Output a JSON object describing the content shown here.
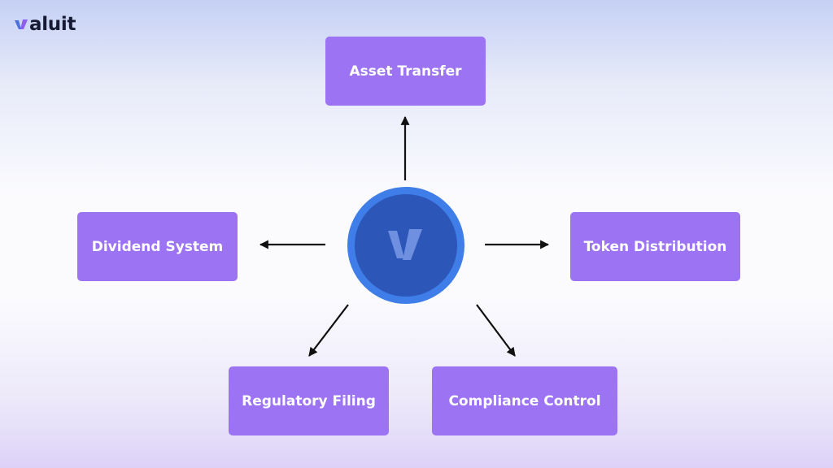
{
  "brand": {
    "name": "aluit",
    "logo_icon": "valuit-v-mark"
  },
  "hub": {
    "icon": "valuit-v-mark"
  },
  "nodes": {
    "top": "Asset Transfer",
    "left": "Dividend System",
    "right": "Token Distribution",
    "bottom_left": "Regulatory Filing",
    "bottom_right": "Compliance Control"
  },
  "colors": {
    "node_fill": "#9b73f3",
    "hub_fill": "#2c56b8",
    "hub_ring": "#3f7de8",
    "arrow": "#111111",
    "brand_text": "#161b33",
    "logo_v_left": "#4a6fe0",
    "logo_v_right": "#8e5cf2"
  }
}
